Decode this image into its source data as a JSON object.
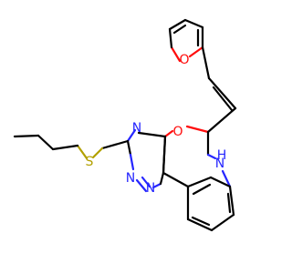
{
  "molecule": {
    "atoms": {
      "furan_o": "O",
      "ring_o": "O",
      "s": "S",
      "n_top": "N",
      "n_left": "N",
      "n_bottom": "N",
      "nh_h": "H",
      "nh_n": "N"
    },
    "colors": {
      "carbon": "#000000",
      "nitrogen": "#2626ff",
      "oxygen": "#ff0d0d",
      "sulfur": "#b2a000"
    }
  }
}
